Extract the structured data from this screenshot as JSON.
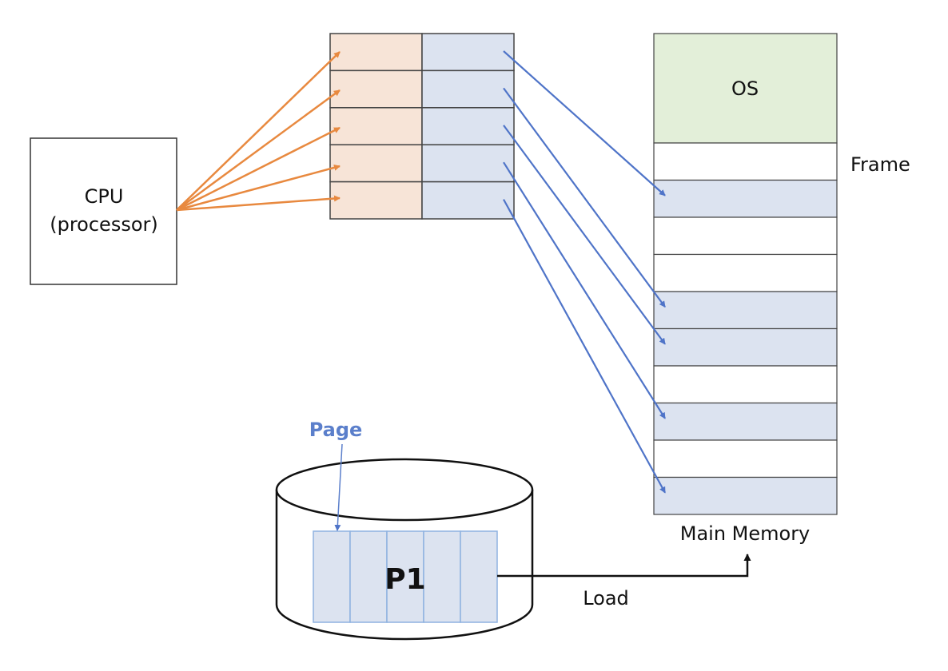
{
  "cpu": {
    "line1": "CPU",
    "line2": "(processor)"
  },
  "page_table": {
    "rows": 5,
    "left_color": "#f7e4d7",
    "right_color": "#dce3f0"
  },
  "memory": {
    "os_label": "OS",
    "os_color": "#e3efd9",
    "frame_label": "Frame",
    "title": "Main Memory",
    "frames_filled": [
      false,
      true,
      false,
      false,
      true,
      true,
      false,
      true,
      false,
      true
    ],
    "filled_color": "#dce3f0"
  },
  "disk": {
    "page_label": "Page",
    "process_label": "P1",
    "page_count": 5,
    "page_label_color": "#5b7fcb"
  },
  "load_label": "Load",
  "colors": {
    "cpu_arrow": "#e8893f",
    "map_arrow": "#4f74c8",
    "page_border": "#8fb2e0"
  }
}
